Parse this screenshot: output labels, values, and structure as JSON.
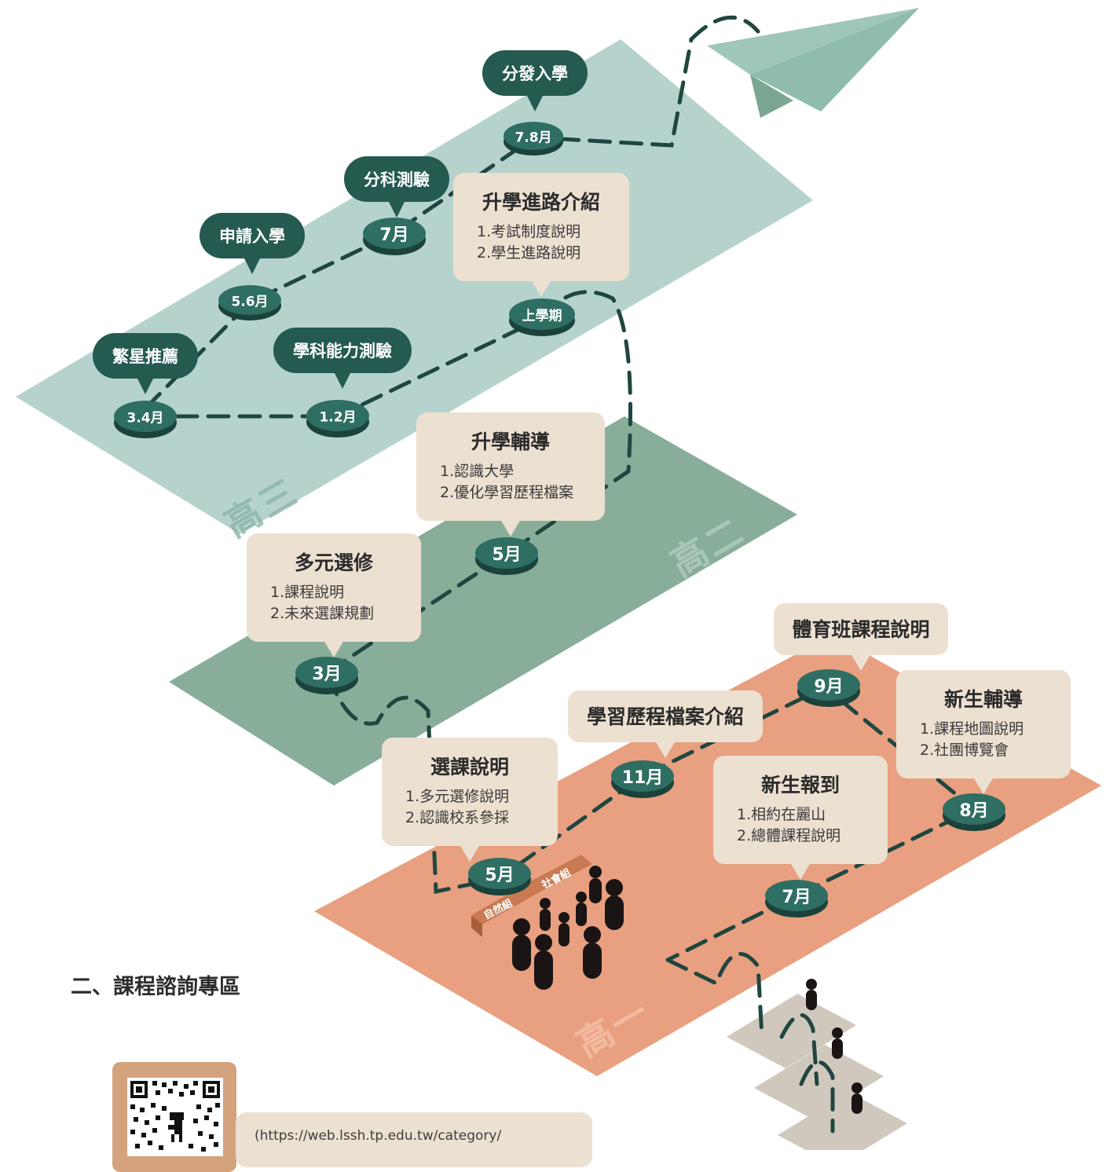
{
  "grades": {
    "g3": "高三",
    "g2": "高二",
    "g1": "高一"
  },
  "pins": [
    {
      "id": "fenfa",
      "label": "分發入學"
    },
    {
      "id": "fenke",
      "label": "分科測驗"
    },
    {
      "id": "shenqing",
      "label": "申請入學"
    },
    {
      "id": "fanxing",
      "label": "繁星推薦"
    },
    {
      "id": "xueke",
      "label": "學科能力測驗"
    }
  ],
  "nodes": {
    "g3_78": "7.8月",
    "g3_7": "7月",
    "g3_56": "5.6月",
    "g3_34": "3.4月",
    "g3_12": "1.2月",
    "g3_sem": "上學期",
    "g2_5": "5月",
    "g2_3": "3月",
    "g1_9": "9月",
    "g1_11": "11月",
    "g1_8": "8月",
    "g1_7": "7月",
    "g1_5": "5月"
  },
  "cards": {
    "path_intro": {
      "title": "升學進路介紹",
      "lines": [
        "1.考試制度說明",
        "2.學生進路說明"
      ]
    },
    "guidance": {
      "title": "升學輔導",
      "lines": [
        "1.認識大學",
        "2.優化學習歷程檔案"
      ]
    },
    "elective": {
      "title": "多元選修",
      "lines": [
        "1.課程說明",
        "2.未來選課規劃"
      ]
    },
    "course_select": {
      "title": "選課說明",
      "lines": [
        "1.多元選修說明",
        "2.認識校系參採"
      ]
    },
    "portfolio": {
      "title": "學習歷程檔案介紹"
    },
    "sports": {
      "title": "體育班課程說明"
    },
    "freshman_guide": {
      "title": "新生輔導",
      "lines": [
        "1.課程地圖說明",
        "2.社團博覽會"
      ]
    },
    "freshman_report": {
      "title": "新生報到",
      "lines": [
        "1.相約在麗山",
        "2.總體課程說明"
      ]
    }
  },
  "tags": {
    "natural": "自然組",
    "social": "社會組"
  },
  "section": {
    "title": "二、課程諮詢專區"
  },
  "url": {
    "text": "(https://web.lssh.tp.edu.tw/category/"
  },
  "colors": {
    "senior3_plane": "#b5d3cc",
    "senior2_plane": "#88ae9a",
    "senior1_plane": "#e8a080",
    "pin": "#245a50",
    "card": "#ece0d1",
    "dash": "#1f4640",
    "plane_light": "#9ec7b9",
    "plane_dark": "#7aa692"
  }
}
